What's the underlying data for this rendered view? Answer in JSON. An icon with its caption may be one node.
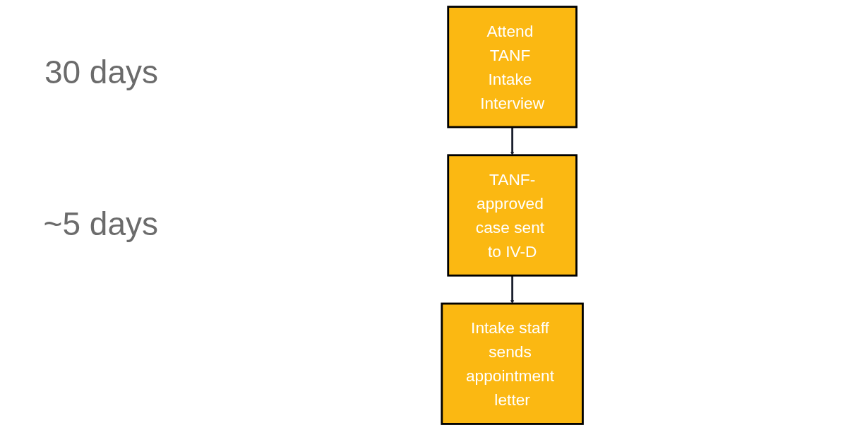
{
  "diagram": {
    "nodes": [
      {
        "text": [
          "Attend TANF Intake Interview"
        ]
      },
      {
        "text": [
          "TANF-approved case sent to IV-D"
        ]
      },
      {
        "text": [
          "Intake staff sends appointment letter"
        ]
      }
    ],
    "edges": [
      {
        "from": 0,
        "to": 1,
        "arrow": "to"
      },
      {
        "from": 1,
        "to": 2,
        "arrow": "to"
      }
    ],
    "labels": [
      "30 days",
      "~5 days"
    ]
  }
}
